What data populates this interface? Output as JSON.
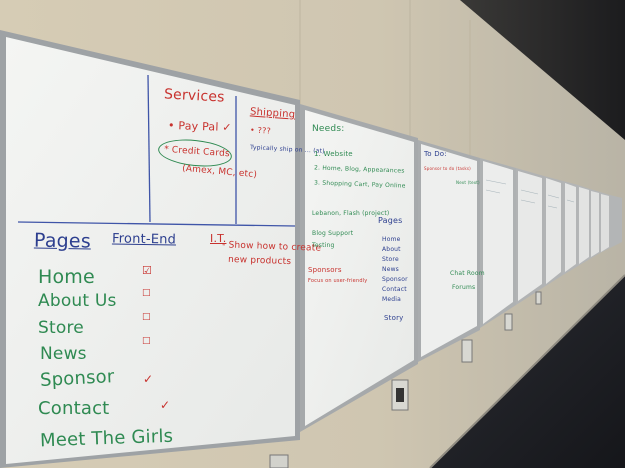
{
  "colors": {
    "wall": "#d9cfb8",
    "ceiling": "#2a2a2c",
    "floor": "#1d1f24",
    "board": "#f1f2f0",
    "frame": "#b9bcbf",
    "red_marker": "#c8322e",
    "green_marker": "#2f8a52",
    "blue_marker": "#2d3f8f"
  },
  "board1": {
    "services": {
      "title": "Services",
      "items": [
        "• Pay Pal ✓",
        "* Credit Cards",
        "(Amex, MC, etc)"
      ],
      "mark": "✓"
    },
    "shipping": {
      "title": "Shipping",
      "items": [
        "• ???",
        "Typically ship on ... (at)"
      ]
    },
    "pages": {
      "title": "Pages",
      "front_end_title": "Front-End",
      "items": [
        {
          "label": "Home",
          "check": "☑"
        },
        {
          "label": "About Us",
          "check": "□"
        },
        {
          "label": "Store",
          "check": "□"
        },
        {
          "label": "News",
          "check": "□"
        },
        {
          "label": "Sponsor",
          "check": "✓"
        },
        {
          "label": "Contact",
          "check": "✓"
        },
        {
          "label": "Meet The Girls",
          "check": ""
        }
      ]
    },
    "it_note": {
      "label": "I.T.",
      "text_line1": "- Show how to create",
      "text_line2": "new products"
    }
  },
  "board2": {
    "title": "Needs:",
    "items": [
      "1. Website",
      "2. Home, Blog, Appearances",
      "3. Shopping Cart, Pay Online"
    ],
    "notes": [
      "Lebanon, Flash (project)",
      "Blog Support",
      "Testing"
    ],
    "red_note": "Sponsors",
    "red_note2": "Focus on user-friendly",
    "blue_title": "Pages",
    "blue_items": [
      "Home",
      "About",
      "Store",
      "News",
      "Sponsor",
      "Contact",
      "Media",
      "Story"
    ]
  },
  "board3": {
    "title": "To Do:",
    "red_line": "Sponsor to do (tasks)",
    "green_line": "Next (text)",
    "green_bottom1": "Chat Room",
    "green_bottom2": "Forums"
  }
}
